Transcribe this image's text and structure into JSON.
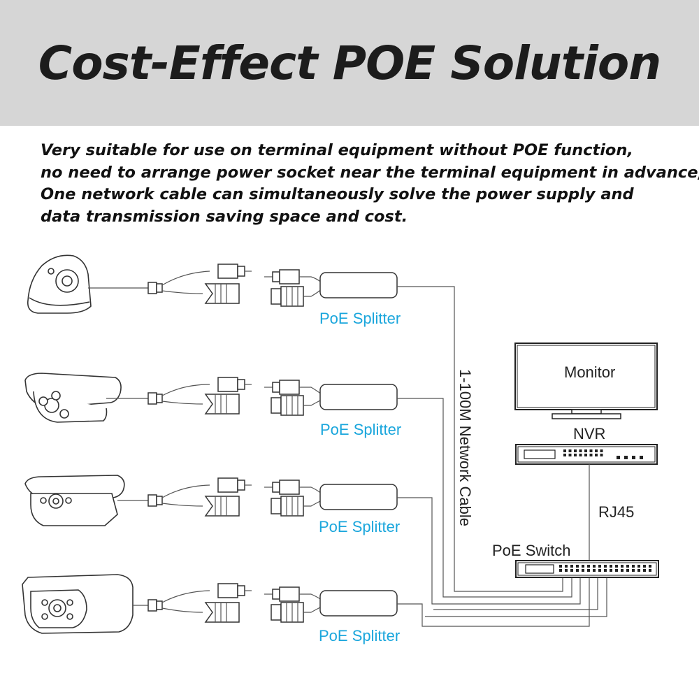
{
  "header": {
    "title": "Cost-Effect POE Solution"
  },
  "description": {
    "lines": [
      "Very suitable for use on terminal equipment without POE function,",
      "no need to arrange power socket near the terminal equipment in advance,",
      "One network cable can simultaneously solve the power supply and",
      "data transmission saving space and cost."
    ]
  },
  "diagram": {
    "cameras": [
      {
        "icon": "dome-camera-icon",
        "splitter_label": "PoE Splitter"
      },
      {
        "icon": "bullet-camera-icon",
        "splitter_label": "PoE Splitter"
      },
      {
        "icon": "box-camera-icon",
        "splitter_label": "PoE Splitter"
      },
      {
        "icon": "housing-camera-icon",
        "splitter_label": "PoE Splitter"
      }
    ],
    "cable_label": "1-100M Network Cable",
    "monitor_label": "Monitor",
    "nvr_label": "NVR",
    "rj45_label": "RJ45",
    "switch_label": "PoE Switch"
  }
}
